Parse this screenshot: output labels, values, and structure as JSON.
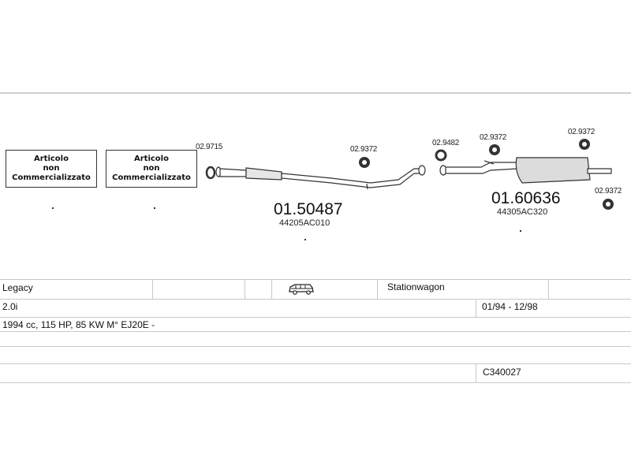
{
  "diagram": {
    "boxes": [
      {
        "line1": "Articolo",
        "line2": "non",
        "line3": "Commercializzato"
      },
      {
        "line1": "Articolo",
        "line2": "non",
        "line3": "Commercializzato"
      }
    ],
    "part_refs": {
      "gasket_front": "02.9715",
      "hanger_mid": "02.9372",
      "gasket_rear": "02.9482",
      "hanger_rear1": "02.9372",
      "hanger_rear2": "02.9372",
      "hanger_rear3": "02.9372"
    },
    "center_pipe": {
      "number": "01.50487",
      "oe_code": "44205AC010"
    },
    "rear_muffler": {
      "number": "01.60636",
      "oe_code": "44305AC320"
    }
  },
  "vehicle": {
    "model": "Legacy",
    "body_type": "Stationwagon",
    "engine": "2.0i",
    "years": "01/94 - 12/98",
    "spec": "1994 cc, 115 HP, 85 KW M° EJ20E -",
    "catalog_code": "C340027"
  }
}
